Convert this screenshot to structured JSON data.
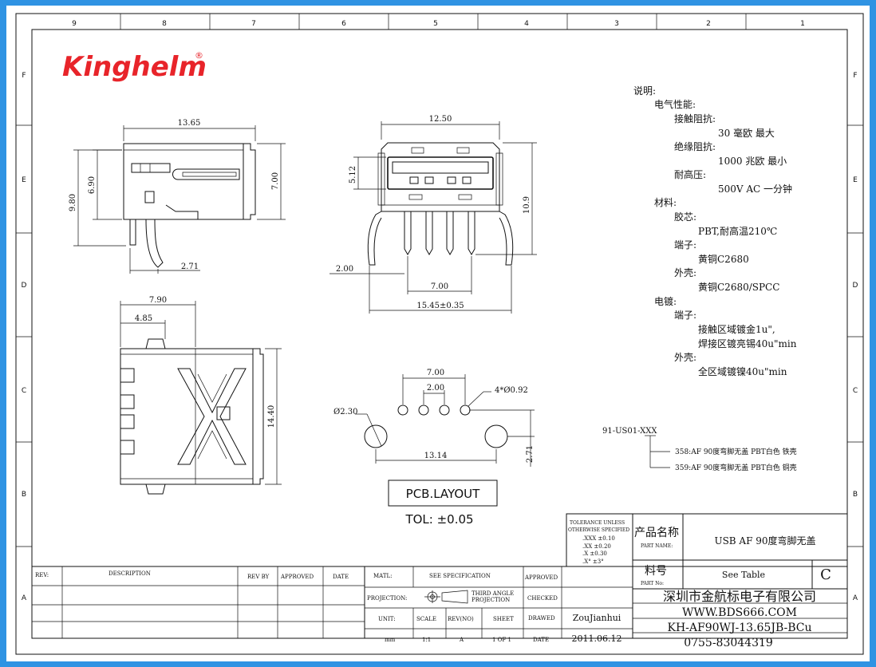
{
  "brand": {
    "logo_text": "Kinghelm",
    "registered_mark": "®",
    "color": "#e8242a"
  },
  "frame": {
    "zones_top": [
      "9",
      "8",
      "7",
      "6",
      "5",
      "4",
      "3",
      "2",
      "1"
    ],
    "zones_side": [
      "F",
      "E",
      "D",
      "C",
      "B",
      "A"
    ]
  },
  "side_view": {
    "dims": {
      "length": "13.65",
      "outer_h": "9.80",
      "inner_h": "6.90",
      "right_h": "7.00",
      "pin_offset": "2.71"
    }
  },
  "front_view": {
    "dims": {
      "width": "12.50",
      "opening_h": "5.12",
      "height": "10.9",
      "peg_offset": "2.00",
      "pin_span": "7.00",
      "overall": "15.45±0.35"
    }
  },
  "top_view": {
    "dims": {
      "body": "7.90",
      "inner": "4.85",
      "length": "14.40"
    }
  },
  "pcb_layout": {
    "dims": {
      "pin_span": "7.00",
      "pitch": "2.00",
      "hole": "4*Ø0.92",
      "peg": "Ø2.30",
      "peg_span": "13.14",
      "offset": "2.71"
    },
    "label": "PCB.LAYOUT",
    "tolerance": "TOL: ±0.05"
  },
  "notes": {
    "title": "说明:",
    "electrical": "电气性能:",
    "contact_resistance": "接触阻抗:",
    "contact_resistance_value": "30 毫欧 最大",
    "insulation": "绝缘阻抗:",
    "insulation_value": "1000 兆欧 最小",
    "withstand": "耐高压:",
    "withstand_value": "500V AC 一分钟",
    "materials": "材料:",
    "housing": "胶芯:",
    "housing_value": "PBT,耐高温210℃",
    "terminal": "端子:",
    "terminal_value": "黄铜C2680",
    "shell": "外壳:",
    "shell_value": "黄铜C2680/SPCC",
    "plating": "电镀:",
    "plating_terminal": "端子:",
    "plating_terminal_v1": "接触区域镀金1u\",",
    "plating_terminal_v2": "焊接区镀亮锡40u\"min",
    "plating_shell": "外壳:",
    "plating_shell_value": "全区域镀镍40u\"min"
  },
  "part_code": {
    "code": "91-US01-XXX",
    "option_1": "358:AF 90度弯脚无盖 PBT白色 铁壳",
    "option_2": "359:AF 90度弯脚无盖 PBT白色 铜壳"
  },
  "title_block": {
    "tol_line1": "TOLERANCE UNLESS",
    "tol_line2": "OTHERWISE SPECIFIED",
    "tol_xxx": ".XXX ±0.10",
    "tol_xx": ".XX  ±0.20",
    "tol_x": ".X   ±0.30",
    "tol_deg": ".X°   ±3°",
    "part_name_cn": "产品名称",
    "part_name_en": "PART NAME:",
    "part_name_value": "USB AF 90度弯脚无盖",
    "part_no_cn": "料号",
    "part_no_en": "PART No:",
    "part_no_value": "See Table",
    "revision": "C",
    "rev_label": "REV:",
    "desc_label": "DESCRIPTION",
    "rev_by_label": "REV BY",
    "approved_label": "APPROVED",
    "date_label": "DATE",
    "matl_label": "MATL:",
    "matl_value": "SEE SPECIFICATION",
    "approved_col": "APPROVED",
    "projection_label": "PROJECTION:",
    "projection_value_1": "THIRD ANGLE",
    "projection_value_2": "PROJECTION",
    "checked_label": "CHECKED",
    "unit_label": "UNIT:",
    "scale_label": "SCALE",
    "revno_label": "REV(NO)",
    "sheet_label": "SHEET",
    "drawed_label": "DRAWED",
    "drawer": "ZouJianhui",
    "unit_value": "mm",
    "scale_value": "1:1",
    "revno_value": "A",
    "sheet_value": "1 OF 1",
    "date_col": "DATE",
    "date_value": "2011.06.12",
    "company": "深圳市金航标电子有限公司",
    "website": "WWW.BDS666.COM",
    "model": "KH-AF90WJ-13.65JB-BCu",
    "phone": "0755-83044319"
  }
}
